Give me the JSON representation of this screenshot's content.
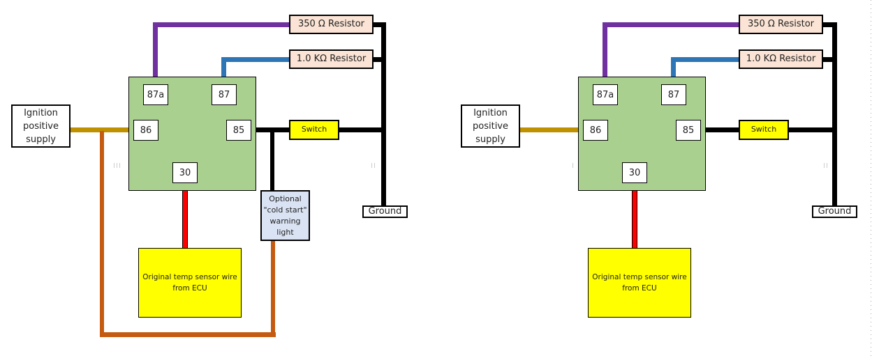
{
  "colors": {
    "relay_fill": "#a9d08e",
    "resistor_fill": "#fbe4d5",
    "switch_fill": "#ffff00",
    "ecu_fill": "#ffff00",
    "warning_fill": "#dae3f3",
    "wire_87a": "#7030a0",
    "wire_87": "#2e75b6",
    "wire_86": "#bf9000",
    "wire_30": "#ff0000",
    "wire_ground": "#000000",
    "wire_warning_return": "#c55a11"
  },
  "left_diagram": {
    "relay_pins": {
      "p87a": "87a",
      "p87": "87",
      "p86": "86",
      "p85": "85",
      "p30": "30"
    },
    "resistor_350": "350 Ω Resistor",
    "resistor_1k": "1.0 KΩ Resistor",
    "switch": "Switch",
    "ground": "Ground",
    "ignition": "Ignition\npositive\nsupply",
    "ecu": "Original temp sensor wire\nfrom ECU",
    "warning_light": "Optional\n\"cold start\"\nwarning\nlight"
  },
  "right_diagram": {
    "relay_pins": {
      "p87a": "87a",
      "p87": "87",
      "p86": "86",
      "p85": "85",
      "p30": "30"
    },
    "resistor_350": "350 Ω Resistor",
    "resistor_1k": "1.0 KΩ Resistor",
    "switch": "Switch",
    "ground": "Ground",
    "ignition": "Ignition\npositive\nsupply",
    "ecu": "Original temp sensor wire\nfrom ECU"
  }
}
